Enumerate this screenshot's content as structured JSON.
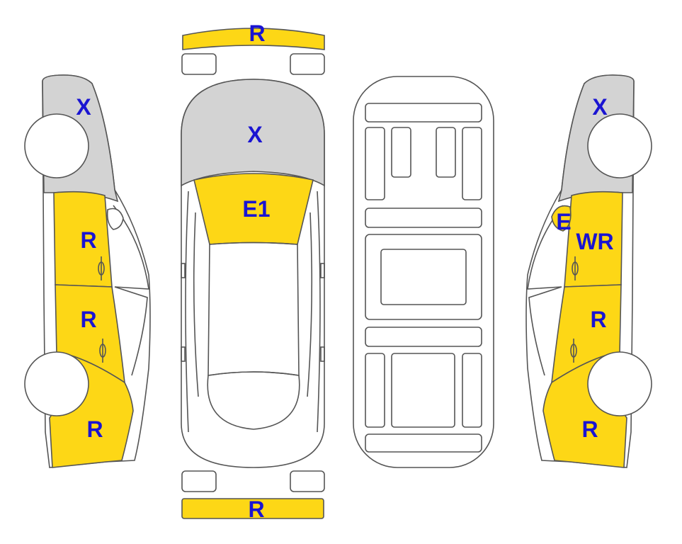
{
  "colors": {
    "damaged": "#fdd716",
    "replace": "#d3d3d3",
    "body": "#ffffff",
    "outline": "#555555",
    "label": "#1a14d2"
  },
  "labels": {
    "front_bumper": "R",
    "rear_bumper": "R",
    "hood": "X",
    "windshield": "E1",
    "left_fender": "X",
    "left_front_door": "R",
    "left_rear_door": "R",
    "left_quarter": "R",
    "right_fender": "X",
    "right_mirror": "E",
    "right_front_door": "WR",
    "right_rear_door": "R",
    "right_quarter": "R"
  }
}
